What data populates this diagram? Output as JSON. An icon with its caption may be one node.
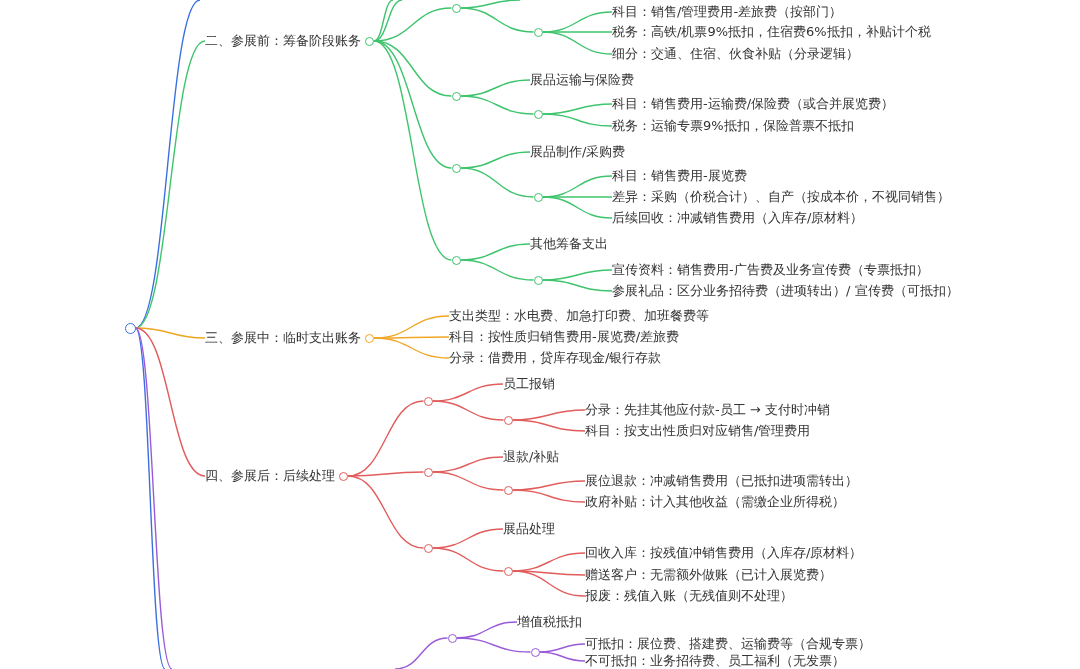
{
  "diagram": {
    "nodes": [
      {
        "text": [],
        "shape": "circle"
      },
      {
        "text": [
          "二、参展前：筹备阶段账务"
        ]
      },
      {
        "text": [],
        "shape": "circle"
      },
      {
        "text": [],
        "shape": "circle"
      },
      {
        "text": [
          "科目：销售/管理费用-差旅费（按部门）"
        ]
      },
      {
        "text": [
          "税务：高铁/机票9%抵扣，住宿费6%抵扣，补贴计个税"
        ]
      },
      {
        "text": [
          "细分：交通、住宿、伙食补贴（分录逻辑）"
        ]
      },
      {
        "text": [],
        "shape": "circle"
      },
      {
        "text": [
          "展品运输与保险费"
        ]
      },
      {
        "text": [],
        "shape": "circle"
      },
      {
        "text": [
          "科目：销售费用-运输费/保险费（或合并展览费）"
        ]
      },
      {
        "text": [
          "税务：运输专票9%抵扣，保险普票不抵扣"
        ]
      },
      {
        "text": [],
        "shape": "circle"
      },
      {
        "text": [
          "展品制作/采购费"
        ]
      },
      {
        "text": [],
        "shape": "circle"
      },
      {
        "text": [
          "科目：销售费用-展览费"
        ]
      },
      {
        "text": [
          "差异：采购（价税合计）、自产（按成本价，不视同销售）"
        ]
      },
      {
        "text": [
          "后续回收：冲减销售费用（入库存/原材料）"
        ]
      },
      {
        "text": [],
        "shape": "circle"
      },
      {
        "text": [
          "其他筹备支出"
        ]
      },
      {
        "text": [],
        "shape": "circle"
      },
      {
        "text": [
          "宣传资料：销售费用-广告费及业务宣传费（专票抵扣）"
        ]
      },
      {
        "text": [
          "参展礼品：区分业务招待费（进项转出）/ 宣传费（可抵扣）"
        ]
      },
      {
        "text": [
          "三、参展中：临时支出账务"
        ]
      },
      {
        "text": [
          "支出类型：水电费、加急打印费、加班餐费等"
        ]
      },
      {
        "text": [
          "科目：按性质归销售费用-展览费/差旅费"
        ]
      },
      {
        "text": [
          "分录：借费用，贷库存现金/银行存款"
        ]
      },
      {
        "text": [
          "四、参展后：后续处理"
        ]
      },
      {
        "text": [],
        "shape": "circle"
      },
      {
        "text": [
          "员工报销"
        ]
      },
      {
        "text": [],
        "shape": "circle"
      },
      {
        "text": [
          "分录：先挂其他应付款-员工 → 支付时冲销"
        ]
      },
      {
        "text": [
          "科目：按支出性质归对应销售/管理费用"
        ]
      },
      {
        "text": [],
        "shape": "circle"
      },
      {
        "text": [
          "退款/补贴"
        ]
      },
      {
        "text": [],
        "shape": "circle"
      },
      {
        "text": [
          "展位退款：冲减销售费用（已抵扣进项需转出）"
        ]
      },
      {
        "text": [
          "政府补贴：计入其他收益（需缴企业所得税）"
        ]
      },
      {
        "text": [],
        "shape": "circle"
      },
      {
        "text": [
          "展品处理"
        ]
      },
      {
        "text": [],
        "shape": "circle"
      },
      {
        "text": [
          "回收入库：按残值冲销售费用（入库存/原材料）"
        ]
      },
      {
        "text": [
          "赠送客户：无需额外做账（已计入展览费）"
        ]
      },
      {
        "text": [
          "报废：残值入账（无残值则不处理）"
        ]
      },
      {
        "text": [],
        "shape": "circle"
      },
      {
        "text": [
          "增值税抵扣"
        ]
      },
      {
        "text": [],
        "shape": "circle"
      },
      {
        "text": [
          "可抵扣：展位费、搭建费、运输费等（合规专票）"
        ]
      },
      {
        "text": [
          "不可抵扣：业务招待费、员工福利（无发票）"
        ]
      }
    ],
    "edges": [
      {
        "from": 0,
        "to": null,
        "arrow": "none",
        "color": "#3b6fe0"
      },
      {
        "from": 0,
        "to": 1,
        "arrow": "none"
      },
      {
        "from": 1,
        "to": null,
        "arrow": "none"
      },
      {
        "from": 1,
        "to": null,
        "arrow": "none"
      },
      {
        "from": 1,
        "to": 2,
        "arrow": "none"
      },
      {
        "from": 2,
        "to": null,
        "arrow": "none"
      },
      {
        "from": 2,
        "to": 3,
        "arrow": "none"
      },
      {
        "from": 3,
        "to": 4,
        "arrow": "none"
      },
      {
        "from": 3,
        "to": 5,
        "arrow": "none"
      },
      {
        "from": 3,
        "to": 6,
        "arrow": "none"
      },
      {
        "from": 1,
        "to": 7,
        "arrow": "none"
      },
      {
        "from": 7,
        "to": 8,
        "arrow": "none"
      },
      {
        "from": 7,
        "to": 9,
        "arrow": "none"
      },
      {
        "from": 9,
        "to": 10,
        "arrow": "none"
      },
      {
        "from": 9,
        "to": 11,
        "arrow": "none"
      },
      {
        "from": 1,
        "to": 12,
        "arrow": "none"
      },
      {
        "from": 12,
        "to": 13,
        "arrow": "none"
      },
      {
        "from": 12,
        "to": 14,
        "arrow": "none"
      },
      {
        "from": 14,
        "to": 15,
        "arrow": "none"
      },
      {
        "from": 14,
        "to": 16,
        "arrow": "none"
      },
      {
        "from": 14,
        "to": 17,
        "arrow": "none"
      },
      {
        "from": 1,
        "to": 18,
        "arrow": "none"
      },
      {
        "from": 18,
        "to": 19,
        "arrow": "none"
      },
      {
        "from": 18,
        "to": 20,
        "arrow": "none"
      },
      {
        "from": 20,
        "to": 21,
        "arrow": "none"
      },
      {
        "from": 20,
        "to": 22,
        "arrow": "none"
      },
      {
        "from": 0,
        "to": 23,
        "arrow": "none",
        "color": "#f0a623"
      },
      {
        "from": 23,
        "to": 24,
        "arrow": "none",
        "color": "#f0a623"
      },
      {
        "from": 23,
        "to": 25,
        "arrow": "none",
        "color": "#f0a623"
      },
      {
        "from": 23,
        "to": 26,
        "arrow": "none",
        "color": "#f0a623"
      },
      {
        "from": 0,
        "to": 27,
        "arrow": "none",
        "color": "#e25c5c"
      },
      {
        "from": 27,
        "to": 28,
        "arrow": "none",
        "color": "#e25c5c"
      },
      {
        "from": 27,
        "to": 33,
        "arrow": "none",
        "color": "#e25c5c"
      },
      {
        "from": 27,
        "to": 38,
        "arrow": "none",
        "color": "#e25c5c"
      },
      {
        "from": 28,
        "to": 29,
        "arrow": "none",
        "color": "#e25c5c"
      },
      {
        "from": 28,
        "to": 30,
        "arrow": "none",
        "color": "#e25c5c"
      },
      {
        "from": 30,
        "to": 31,
        "arrow": "none",
        "color": "#e25c5c"
      },
      {
        "from": 30,
        "to": 32,
        "arrow": "none",
        "color": "#e25c5c"
      },
      {
        "from": 33,
        "to": 34,
        "arrow": "none",
        "color": "#e25c5c"
      },
      {
        "from": 33,
        "to": 35,
        "arrow": "none",
        "color": "#e25c5c"
      },
      {
        "from": 35,
        "to": 36,
        "arrow": "none",
        "color": "#e25c5c"
      },
      {
        "from": 35,
        "to": 37,
        "arrow": "none",
        "color": "#e25c5c"
      },
      {
        "from": 38,
        "to": 39,
        "arrow": "none",
        "color": "#e25c5c"
      },
      {
        "from": 38,
        "to": 40,
        "arrow": "none",
        "color": "#e25c5c"
      },
      {
        "from": 40,
        "to": 41,
        "arrow": "none",
        "color": "#e25c5c"
      },
      {
        "from": 40,
        "to": 42,
        "arrow": "none",
        "color": "#e25c5c"
      },
      {
        "from": 40,
        "to": 43,
        "arrow": "none",
        "color": "#e25c5c"
      },
      {
        "from": 0,
        "to": null,
        "arrow": "none",
        "color": "#3b6fe0"
      },
      {
        "from": 0,
        "to": null,
        "arrow": "none",
        "color": "#9a5bd8"
      },
      {
        "from": null,
        "to": 44,
        "arrow": "none",
        "color": "#9a5bd8"
      },
      {
        "from": 44,
        "to": 45,
        "arrow": "none",
        "color": "#9a5bd8"
      },
      {
        "from": 44,
        "to": 46,
        "arrow": "none",
        "color": "#9a5bd8"
      },
      {
        "from": 46,
        "to": 47,
        "arrow": "none",
        "color": "#9a5bd8"
      },
      {
        "from": 46,
        "to": 48,
        "arrow": "none",
        "color": "#9a5bd8"
      }
    ]
  }
}
